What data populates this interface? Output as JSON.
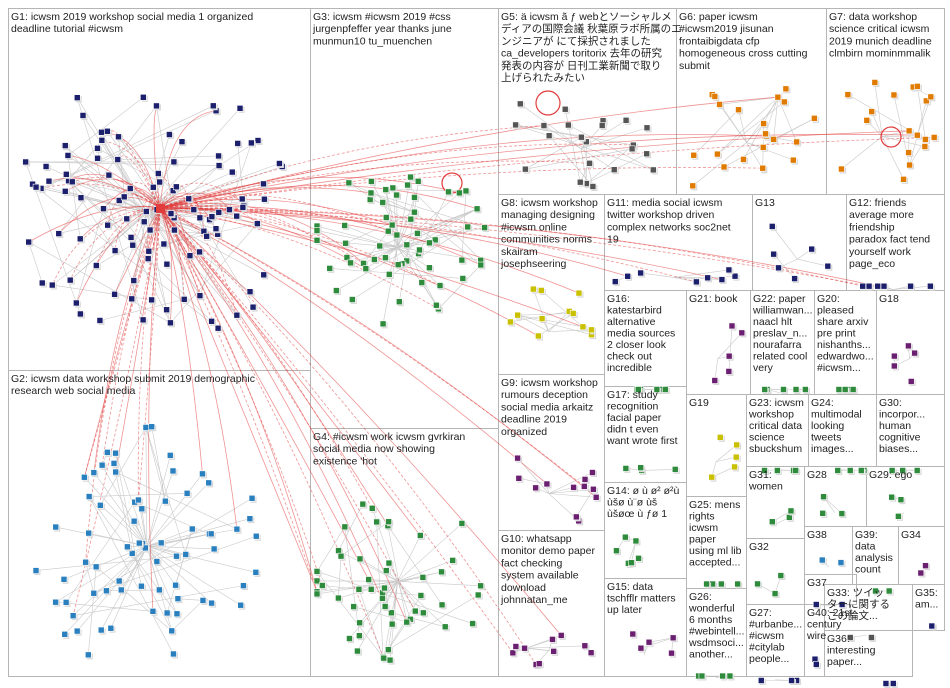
{
  "colors": {
    "group_border": "#b5b5b5",
    "edge_red": "#e23b3b",
    "edge_gray": "#c9c9c9",
    "node_navy": "#1c1f6b",
    "node_green": "#2e8b3c",
    "node_blue": "#2a7fbf",
    "node_orange": "#e07b00",
    "node_yellow": "#c9c000",
    "node_purple": "#6b1f70",
    "node_gray": "#555555"
  },
  "groups": [
    {
      "id": "G1",
      "lines": [
        "G1: icwsm 2019 workshop social media 1 organized",
        "deadline tutorial #icwsm"
      ],
      "color": "node_navy",
      "nodes": 110
    },
    {
      "id": "G2",
      "lines": [
        "G2: icwsm data workshop submit 2019 demographic",
        "research web social media"
      ],
      "color": "node_blue",
      "nodes": 70
    },
    {
      "id": "G3",
      "lines": [
        "G3: icwsm #icwsm 2019 #css",
        "jurgenpfeffer year thanks june",
        "munmun10 tu_muenchen"
      ],
      "color": "node_green",
      "nodes": 60
    },
    {
      "id": "G4",
      "lines": [
        "G4: #icwsm work icwsm gvrkiran",
        "social media now showing",
        "existence 'hot"
      ],
      "color": "node_green",
      "nodes": 50
    },
    {
      "id": "G5",
      "lines": [
        "G5: ä icwsm ã ƒ webとソーシャルメ",
        "ディアの国際会議 秋葉原ラボ所属のエ",
        "ンジニアが にて採択されました",
        "ca_developers toritorix 去年の研究",
        "発表の内容が 日刊工業新聞で取り",
        "上げられたみたい"
      ],
      "color": "node_gray",
      "nodes": 22
    },
    {
      "id": "G6",
      "lines": [
        "G6: paper icwsm",
        "#icwsm2019 jisunan",
        "frontaibigdata cfp",
        "homogeneous cross cutting",
        "submit"
      ],
      "color": "node_orange",
      "nodes": 22
    },
    {
      "id": "G7",
      "lines": [
        "G7: data workshop",
        "science critical icwsm",
        "2019 munich deadline",
        "clmbirn mominmmalik"
      ],
      "color": "node_orange",
      "nodes": 18
    },
    {
      "id": "G8",
      "lines": [
        "G8: icwsm workshop",
        "managing designing",
        "#icwsm online",
        "communities norms",
        "skairam",
        "josephseering"
      ],
      "color": "node_yellow",
      "nodes": 12
    },
    {
      "id": "G9",
      "lines": [
        "G9: icwsm workshop",
        "rumours deception",
        "social media arkaitz",
        "deadline 2019",
        "organized"
      ],
      "color": "node_purple",
      "nodes": 12
    },
    {
      "id": "G10",
      "lines": [
        "G10: whatsapp",
        "monitor demo paper",
        "fact checking",
        "system available",
        "download",
        "johnnatan_me"
      ],
      "color": "node_purple",
      "nodes": 10
    },
    {
      "id": "G11",
      "lines": [
        "G11: media social icwsm",
        "twitter workshop driven",
        "complex networks soc2net",
        "19"
      ],
      "color": "node_navy",
      "nodes": 8
    },
    {
      "id": "G12",
      "lines": [
        "G12: friends",
        "average more",
        "friendship",
        "paradox fact tend",
        "yourself work",
        "page_eco"
      ],
      "color": "node_navy",
      "nodes": 6
    },
    {
      "id": "G13",
      "lines": [
        "G13"
      ],
      "color": "node_navy",
      "nodes": 6
    },
    {
      "id": "G14",
      "lines": [
        "G14: ø ù ø² ø²ù",
        "ùšø ù¨ø ùš",
        "ùšøœ ù ƒø 1"
      ],
      "color": "node_green",
      "nodes": 6
    },
    {
      "id": "G15",
      "lines": [
        "G15: data",
        "tschfflr matters",
        "up later"
      ],
      "color": "node_purple",
      "nodes": 5
    },
    {
      "id": "G16",
      "lines": [
        "G16:",
        "katestarbird",
        "alternative",
        "media sources",
        "2 closer look",
        "check out",
        "incredible"
      ],
      "color": "node_green",
      "nodes": 6
    },
    {
      "id": "G17",
      "lines": [
        "G17: study",
        "recognition",
        "facial paper",
        "didn t even",
        "want wrote first"
      ],
      "color": "node_green",
      "nodes": 4
    },
    {
      "id": "G18",
      "lines": [
        "G18"
      ],
      "color": "node_purple",
      "nodes": 5
    },
    {
      "id": "G19",
      "lines": [
        "G19"
      ],
      "color": "node_yellow",
      "nodes": 5
    },
    {
      "id": "G20",
      "lines": [
        "G20:",
        "pleased",
        "share arxiv",
        "pre print",
        "nishanths...",
        "edwardwo...",
        "#icwsm..."
      ],
      "color": "node_green",
      "nodes": 5
    },
    {
      "id": "G21",
      "lines": [
        "G21: book"
      ],
      "color": "node_purple",
      "nodes": 5
    },
    {
      "id": "G22",
      "lines": [
        "G22: paper",
        "williamwan...",
        "naacl hlt",
        "preslav_n...",
        "nourafarra",
        "related cool",
        "very"
      ],
      "color": "node_green",
      "nodes": 5
    },
    {
      "id": "G23",
      "lines": [
        "G23: icwsm",
        "workshop",
        "critical data",
        "science",
        "sbuckshum"
      ],
      "color": "node_green",
      "nodes": 4
    },
    {
      "id": "G24",
      "lines": [
        "G24:",
        "multimodal",
        "looking",
        "tweets",
        "images..."
      ],
      "color": "node_green",
      "nodes": 4
    },
    {
      "id": "G25",
      "lines": [
        "G25: mens",
        "rights",
        "icwsm",
        "paper",
        "using ml lib",
        "accepted..."
      ],
      "color": "node_green",
      "nodes": 4
    },
    {
      "id": "G26",
      "lines": [
        "G26:",
        "wonderful",
        "6 months",
        "#webintell...",
        "wsdmsoci...",
        "another..."
      ],
      "color": "node_green",
      "nodes": 4
    },
    {
      "id": "G27",
      "lines": [
        "G27:",
        "#urbanbe...",
        "#icwsm",
        "#citylab",
        "people..."
      ],
      "color": "node_navy",
      "nodes": 3
    },
    {
      "id": "G28",
      "lines": [
        "G28"
      ],
      "color": "node_green",
      "nodes": 3
    },
    {
      "id": "G29",
      "lines": [
        "G29: ego"
      ],
      "color": "node_green",
      "nodes": 3
    },
    {
      "id": "G30",
      "lines": [
        "G30:",
        "incorpor...",
        "human",
        "cognitive",
        "biases..."
      ],
      "color": "node_green",
      "nodes": 3
    },
    {
      "id": "G31",
      "lines": [
        "G31:",
        "women"
      ],
      "color": "node_green",
      "nodes": 3
    },
    {
      "id": "G32",
      "lines": [
        "G32"
      ],
      "color": "node_green",
      "nodes": 3
    },
    {
      "id": "G33",
      "lines": [
        "G33: ツイッ",
        "ターに関する",
        "この論文..."
      ],
      "color": "node_gray",
      "nodes": 2
    },
    {
      "id": "G34",
      "lines": [
        "G34"
      ],
      "color": "node_purple",
      "nodes": 2
    },
    {
      "id": "G35",
      "lines": [
        "G35:",
        "am..."
      ],
      "color": "node_navy",
      "nodes": 2
    },
    {
      "id": "G36",
      "lines": [
        "G36:",
        "interesting",
        "paper..."
      ],
      "color": "node_navy",
      "nodes": 2
    },
    {
      "id": "G37",
      "lines": [
        "G37"
      ],
      "color": "node_navy",
      "nodes": 2
    },
    {
      "id": "G38",
      "lines": [
        "G38"
      ],
      "color": "node_blue",
      "nodes": 2
    },
    {
      "id": "G39",
      "lines": [
        "G39:",
        "data",
        "analysis",
        "count"
      ],
      "color": "node_green",
      "nodes": 2
    },
    {
      "id": "G40",
      "lines": [
        "G40: 21st",
        "century",
        "wire"
      ],
      "color": "node_navy",
      "nodes": 2
    }
  ]
}
